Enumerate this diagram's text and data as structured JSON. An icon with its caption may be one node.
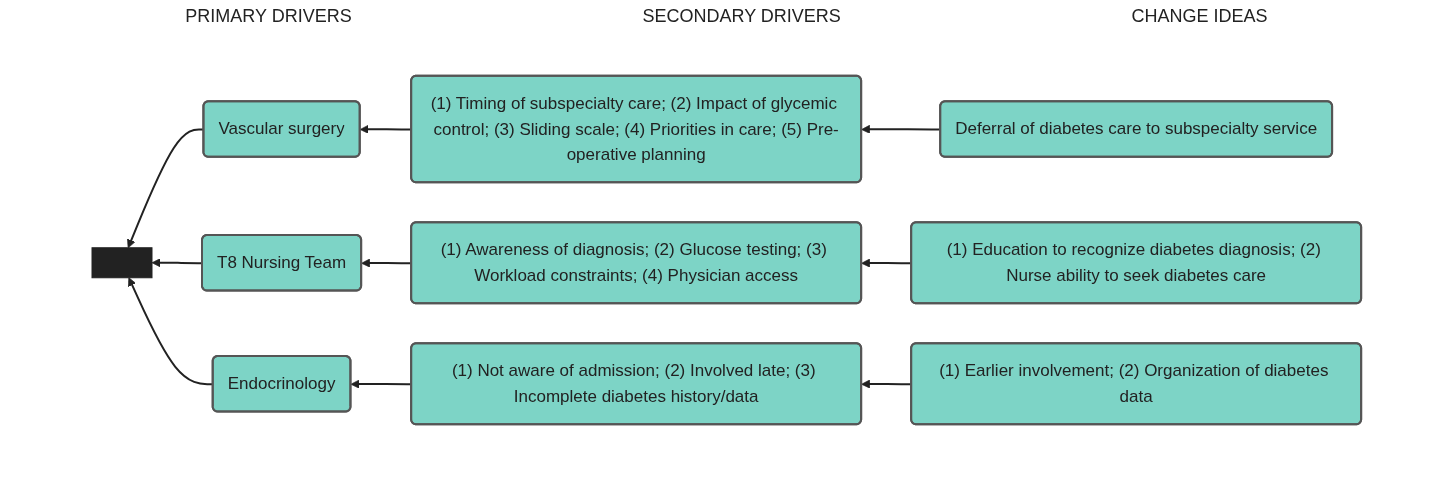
{
  "diagram": {
    "nodes": [
      {
        "text": [],
        "shape": "bar"
      },
      {
        "text": [
          "Vascular surgery"
        ]
      },
      {
        "text": [
          "(1) Timing of subspecialty care; (2) Impact of glycemic control; (3) Sliding scale; (4) Priorities in care; (5) Pre-operative planning"
        ]
      },
      {
        "text": [
          "Deferral of diabetes care to subspecialty service"
        ]
      },
      {
        "text": [
          "T8 Nursing Team"
        ]
      },
      {
        "text": [
          "(1) Awareness of diagnosis; (2) Glucose testing; (3) Workload constraints; (4) Physician access"
        ]
      },
      {
        "text": [
          "(1) Education to recognize diabetes diagnosis; (2) Nurse ability to seek diabetes care"
        ]
      },
      {
        "text": [
          "Endocrinology"
        ]
      },
      {
        "text": [
          "(1) Not aware of admission; (2) Involved late; (3) Incomplete diabetes history/data"
        ]
      },
      {
        "text": [
          "(1) Earlier involvement; (2) Organization of diabetes data"
        ]
      }
    ],
    "edges": [
      {
        "from": 3,
        "to": 2,
        "arrow": "to"
      },
      {
        "from": 2,
        "to": 1,
        "arrow": "to"
      },
      {
        "from": 1,
        "to": 0,
        "arrow": "to"
      },
      {
        "from": 6,
        "to": 5,
        "arrow": "to"
      },
      {
        "from": 5,
        "to": 4,
        "arrow": "to"
      },
      {
        "from": 4,
        "to": 0,
        "arrow": "to"
      },
      {
        "from": 9,
        "to": 8,
        "arrow": "to"
      },
      {
        "from": 8,
        "to": 7,
        "arrow": "to"
      },
      {
        "from": 7,
        "to": 0,
        "arrow": "to"
      }
    ],
    "labels": [
      "PRIMARY DRIVERS",
      "SECONDARY DRIVERS",
      "CHANGE IDEAS"
    ]
  }
}
